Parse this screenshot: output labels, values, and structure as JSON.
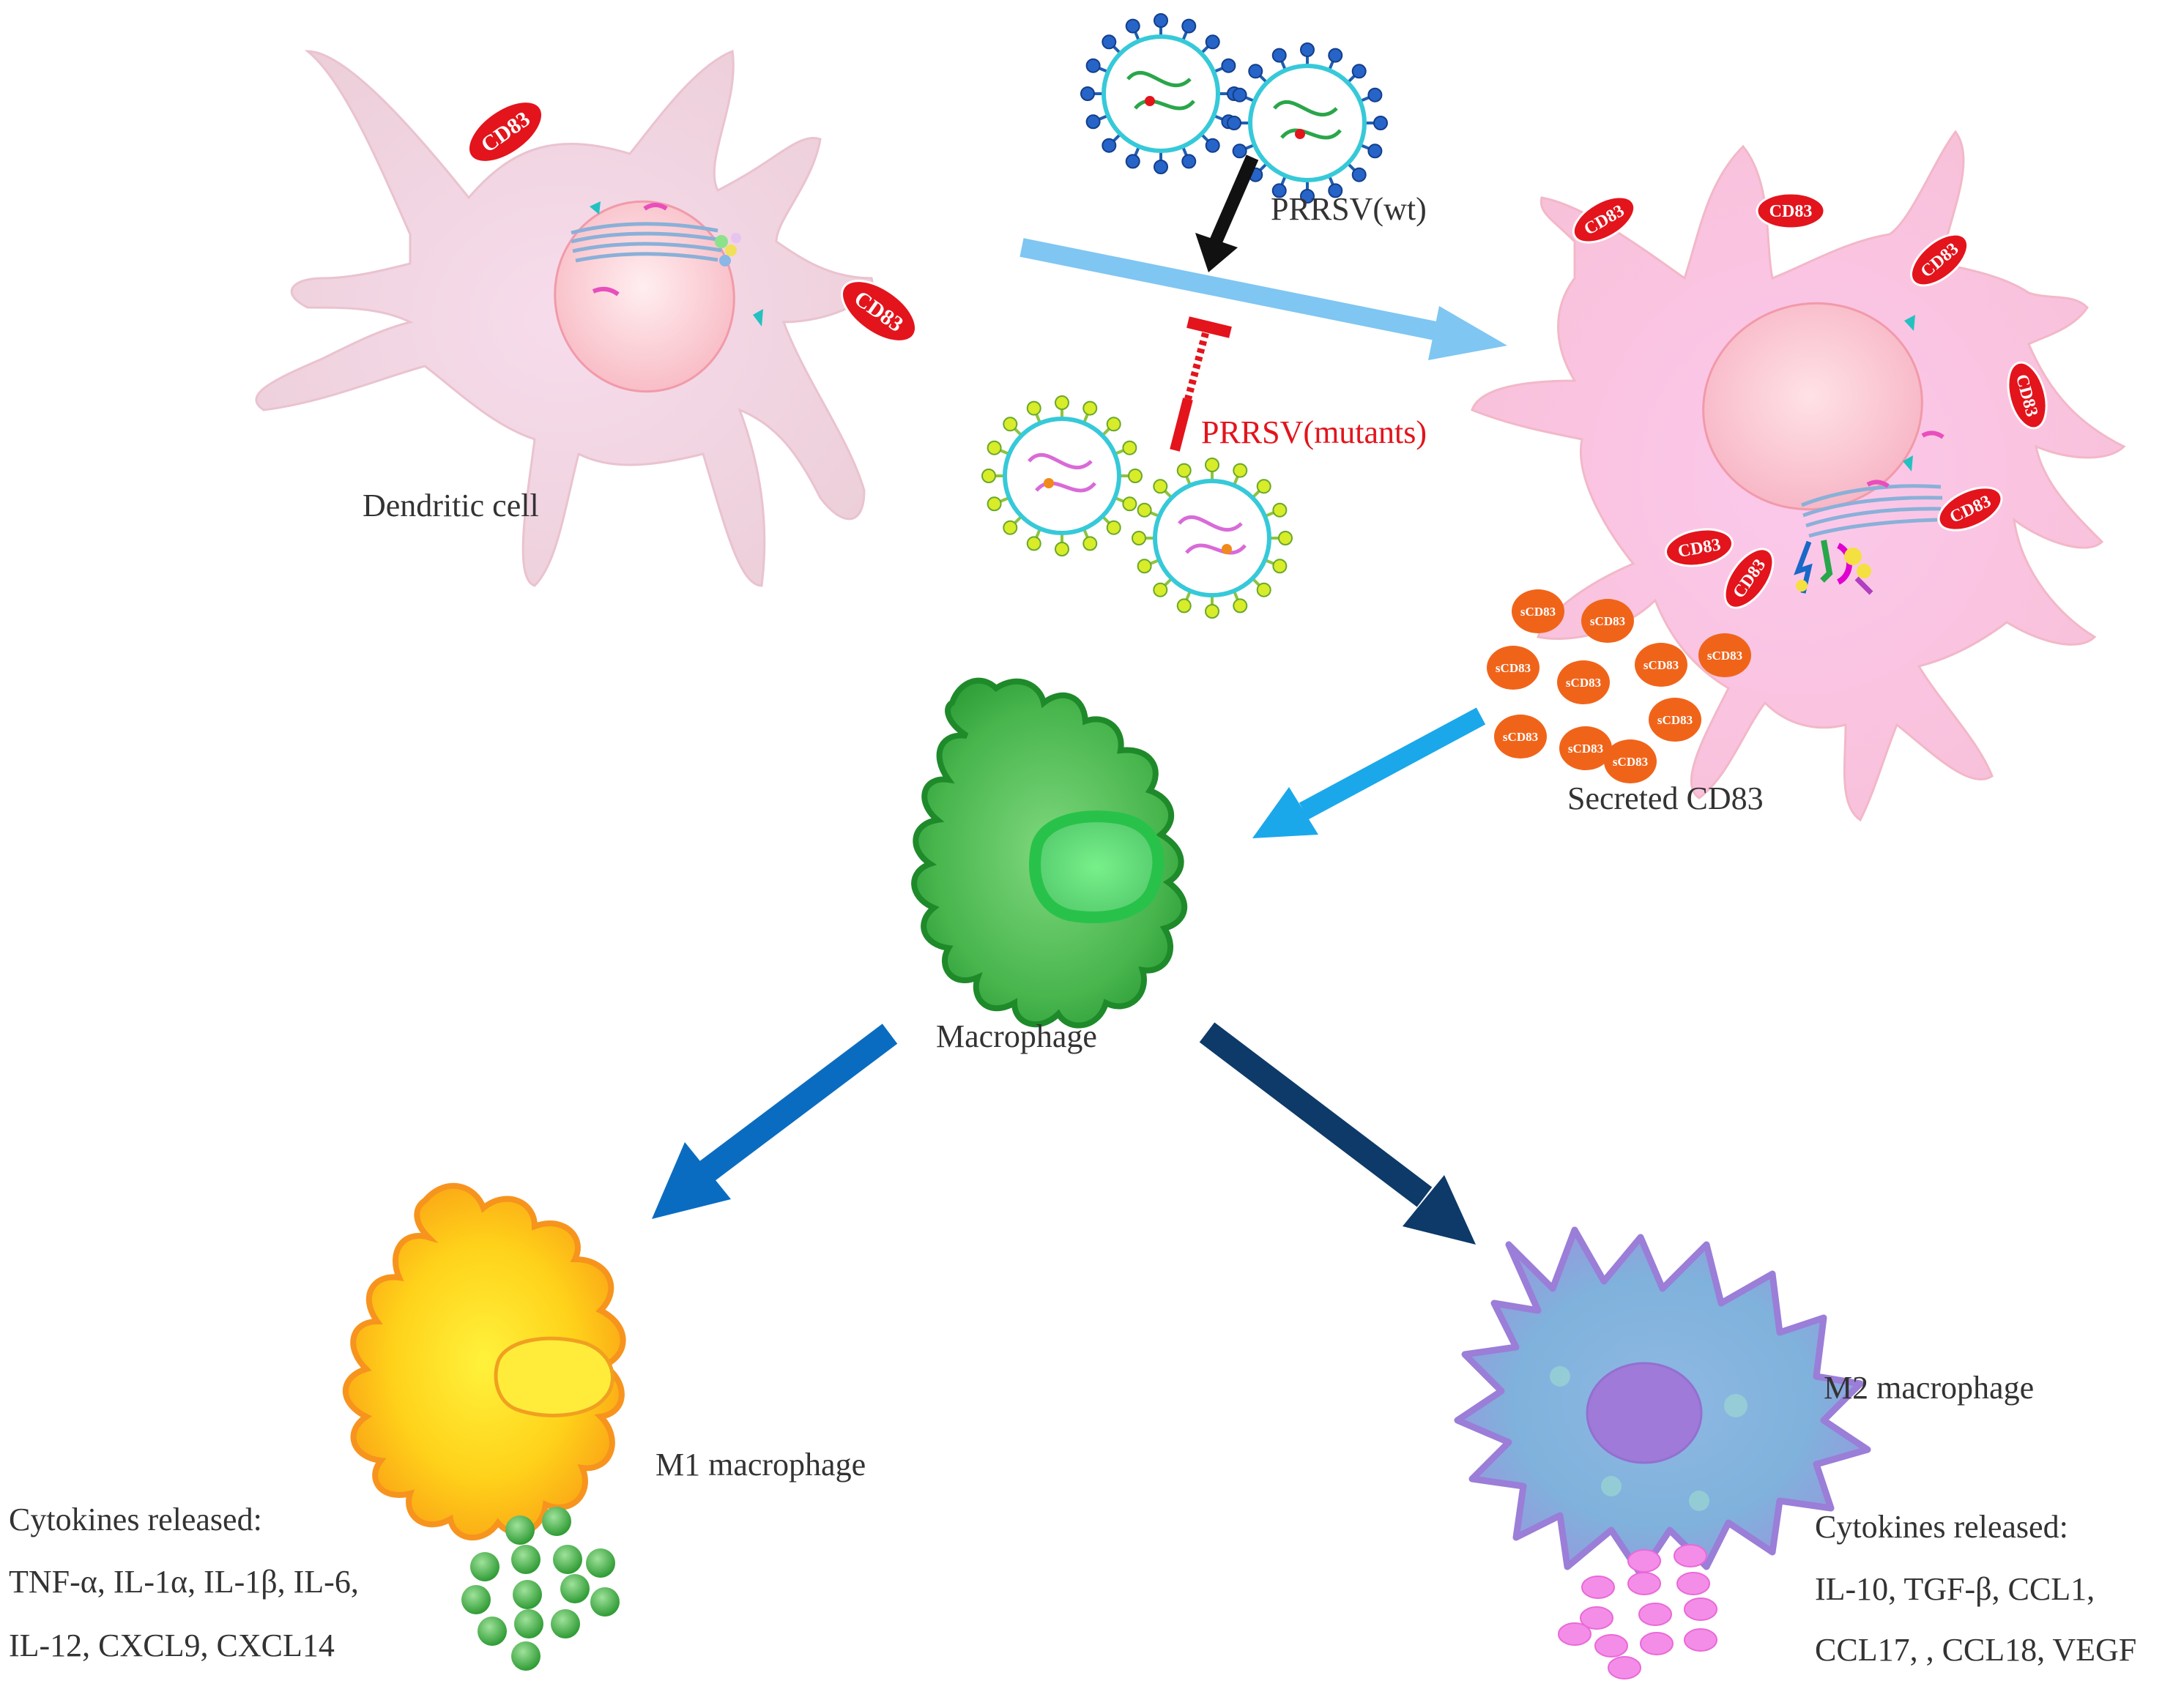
{
  "labels": {
    "dendritic_cell": "Dendritic cell",
    "virus_wt": "PRRSV(wt)",
    "virus_mutants": "PRRSV(mutants)",
    "secreted_cd83": "Secreted CD83",
    "macrophage": "Macrophage",
    "m1_macrophage": "M1 macrophage",
    "m2_macrophage": "M2 macrophage"
  },
  "surface_marker": "CD83",
  "soluble_marker": "sCD83",
  "m1_cytokines": {
    "heading": "Cytokines released:",
    "line1": "TNF-α, IL-1α, IL-1β, IL-6,",
    "line2": "IL-12, CXCL9, CXCL14"
  },
  "m2_cytokines": {
    "heading": "Cytokines released:",
    "line1": "IL-10, TGF-β, CCL1,",
    "line2": "CCL17, , CCL18, VEGF"
  },
  "colors": {
    "dc_body": "#f3d6e4",
    "dc_mature_body": "#fbc6e6",
    "cd83_tag": "#e3141c",
    "scd83": "#f0641a",
    "arrow_light_blue": "#7fc6f2",
    "arrow_cyan": "#1aa8ea",
    "arrow_blue": "#0a6cc0",
    "arrow_navy": "#0d3a68",
    "inhibit_red": "#e3141c",
    "macrophage_green": "#3fb24a",
    "m1_orange": "#f7a21a",
    "m2_purple": "#9a86d8",
    "m1_granule": "#3aa63e",
    "m2_granule": "#f48de8"
  }
}
